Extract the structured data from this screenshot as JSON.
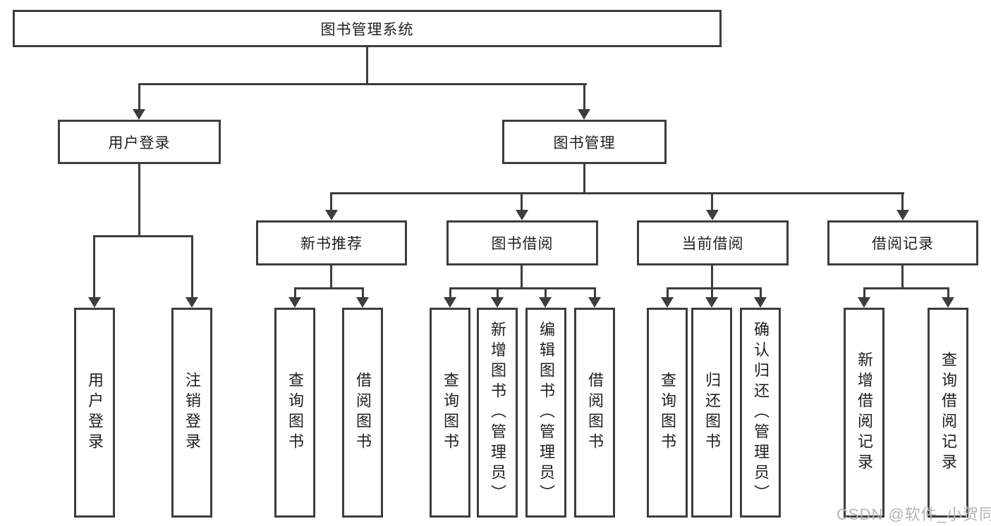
{
  "diagram": {
    "title": "图书管理系统",
    "watermark": "CSDN @软件_小贺同学",
    "colors": {
      "line": "#3d3d3d",
      "text": "#1f1f1f",
      "background": "#ffffff",
      "watermark": "#b3b3b3"
    },
    "nodes": {
      "root": {
        "label": "图书管理系统"
      },
      "user_login": {
        "label": "用户登录"
      },
      "book_management": {
        "label": "图书管理"
      },
      "new_book_recommend": {
        "label": "新书推荐"
      },
      "book_borrow": {
        "label": "图书借阅"
      },
      "current_borrow": {
        "label": "当前借阅"
      },
      "borrow_records": {
        "label": "借阅记录"
      },
      "login": {
        "label": "用户登录"
      },
      "logout": {
        "label": "注销登录"
      },
      "rec_query_books": {
        "label": "查询图书"
      },
      "rec_borrow_books": {
        "label": "借阅图书"
      },
      "bb_query_books": {
        "label": "查询图书"
      },
      "bb_add_books": {
        "label": "新增图书（管理员）"
      },
      "bb_edit_books": {
        "label": "编辑图书（管理员）"
      },
      "bb_borrow_books": {
        "label": "借阅图书"
      },
      "cb_query_books": {
        "label": "查询图书"
      },
      "cb_return_books": {
        "label": "归还图书"
      },
      "cb_confirm_return": {
        "label": "确认归还（管理员）"
      },
      "br_add_record": {
        "label": "新增借阅记录"
      },
      "br_query_record": {
        "label": "查询借阅记录"
      }
    },
    "hierarchy": {
      "root": [
        "user_login",
        "book_management"
      ],
      "user_login": [
        "login",
        "logout"
      ],
      "book_management": [
        "new_book_recommend",
        "book_borrow",
        "current_borrow",
        "borrow_records"
      ],
      "new_book_recommend": [
        "rec_query_books",
        "rec_borrow_books"
      ],
      "book_borrow": [
        "bb_query_books",
        "bb_add_books",
        "bb_edit_books",
        "bb_borrow_books"
      ],
      "current_borrow": [
        "cb_query_books",
        "cb_return_books",
        "cb_confirm_return"
      ],
      "borrow_records": [
        "br_add_record",
        "br_query_record"
      ]
    }
  }
}
